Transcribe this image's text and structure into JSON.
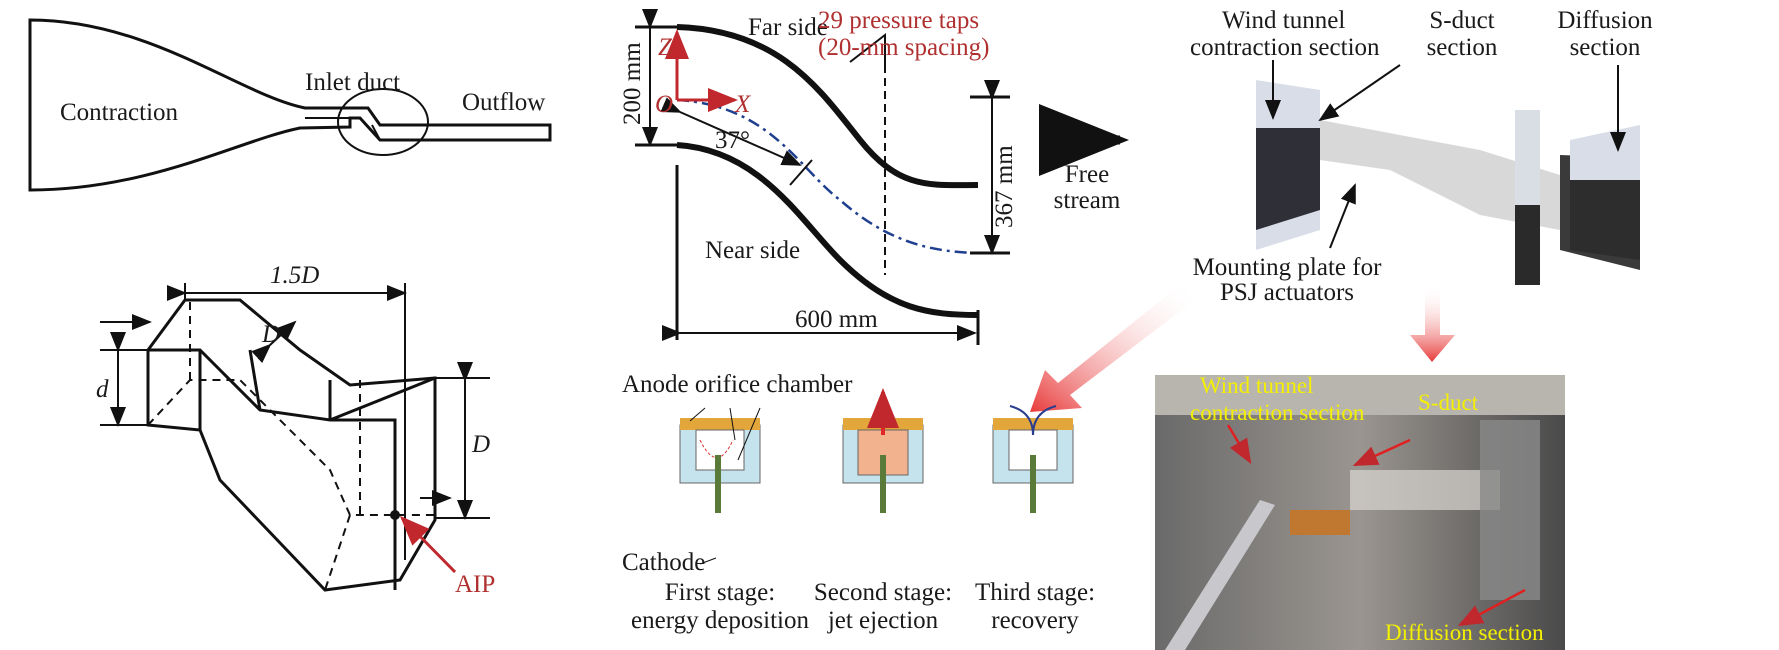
{
  "panel_a": {
    "labels": {
      "contraction": "Contraction",
      "inlet_duct": "Inlet duct",
      "outflow": "Outflow"
    }
  },
  "panel_b": {
    "labels": {
      "length": "1.5D",
      "d_small": "d",
      "d_diag": "D",
      "d_right": "D",
      "aip": "AIP"
    }
  },
  "panel_c": {
    "labels": {
      "far_side": "Far side",
      "near_side": "Near side",
      "taps_line1": "29 pressure taps",
      "taps_line2": "(20-mm spacing)",
      "height_in": "200 mm",
      "offset": "367 mm",
      "length": "600 mm",
      "angle": "37°",
      "axis_z": "Z",
      "axis_x": "X",
      "origin": "O"
    }
  },
  "panel_d": {
    "labels": {
      "contraction_l1": "Wind tunnel",
      "contraction_l2": "contraction section",
      "sduct_l1": "S-duct",
      "sduct_l2": "section",
      "diffusion_l1": "Diffusion",
      "diffusion_l2": "section",
      "free_l1": "Free",
      "free_l2": "stream",
      "mount_l1": "Mounting plate for",
      "mount_l2": "PSJ actuators"
    }
  },
  "panel_e": {
    "labels": {
      "anode": "Anode orifice chamber",
      "cathode": "Cathode",
      "stages": [
        {
          "line1": "First stage:",
          "line2": "energy deposition"
        },
        {
          "line1": "Second stage:",
          "line2": "jet ejection"
        },
        {
          "line1": "Third stage:",
          "line2": "recovery"
        }
      ]
    }
  },
  "panel_f": {
    "labels": {
      "contraction_l1": "Wind  tunnel",
      "contraction_l2": "contraction section",
      "sduct": "S-duct",
      "diffusion": "Diffusion section"
    }
  },
  "colors": {
    "red_label": "#b03030",
    "yellow_label": "#f4f000",
    "centerline": "#1f3f8f",
    "arrow_red": "#e83a3a"
  }
}
